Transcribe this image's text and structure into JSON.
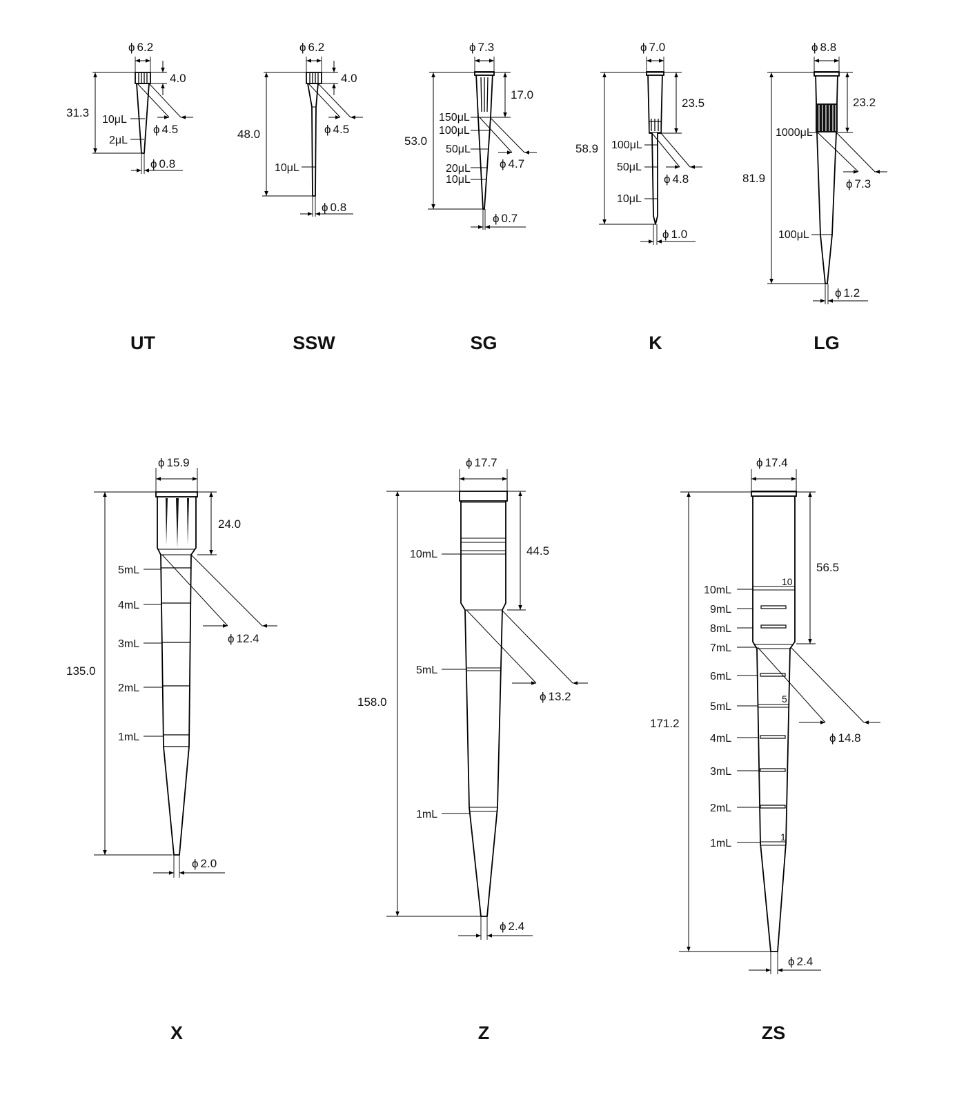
{
  "phi": "ϕ",
  "tips": [
    {
      "name": "UT",
      "top_diameter": "6.2",
      "flange_height": "4.0",
      "total_length": "31.3",
      "mid_diameter": "4.5",
      "tip_diameter": "0.8",
      "graduations": [
        "10μL",
        "2μL"
      ]
    },
    {
      "name": "SSW",
      "top_diameter": "6.2",
      "flange_height": "4.0",
      "total_length": "48.0",
      "mid_diameter": "4.5",
      "tip_diameter": "0.8",
      "graduations": [
        "10μL"
      ]
    },
    {
      "name": "SG",
      "top_diameter": "7.3",
      "collar_length": "17.0",
      "total_length": "53.0",
      "mid_diameter": "4.7",
      "tip_diameter": "0.7",
      "graduations": [
        "150μL",
        "100μL",
        "50μL",
        "20μL",
        "10μL"
      ]
    },
    {
      "name": "K",
      "top_diameter": "7.0",
      "collar_length": "23.5",
      "total_length": "58.9",
      "mid_diameter": "4.8",
      "tip_diameter": "1.0",
      "graduations": [
        "100μL",
        "50μL",
        "10μL"
      ]
    },
    {
      "name": "LG",
      "top_diameter": "8.8",
      "collar_length": "23.2",
      "total_length": "81.9",
      "mid_diameter": "7.3",
      "tip_diameter": "1.2",
      "graduations": [
        "1000μL",
        "100μL"
      ]
    },
    {
      "name": "X",
      "top_diameter": "15.9",
      "collar_length": "24.0",
      "total_length": "135.0",
      "mid_diameter": "12.4",
      "tip_diameter": "2.0",
      "graduations": [
        "5mL",
        "4mL",
        "3mL",
        "2mL",
        "1mL"
      ]
    },
    {
      "name": "Z",
      "top_diameter": "17.7",
      "collar_length": "44.5",
      "total_length": "158.0",
      "mid_diameter": "13.2",
      "tip_diameter": "2.4",
      "graduations": [
        "10mL",
        "5mL",
        "1mL"
      ]
    },
    {
      "name": "ZS",
      "top_diameter": "17.4",
      "collar_length": "56.5",
      "total_length": "171.2",
      "mid_diameter": "14.8",
      "tip_diameter": "2.4",
      "graduations": [
        "10mL",
        "9mL",
        "8mL",
        "7mL",
        "6mL",
        "5mL",
        "4mL",
        "3mL",
        "2mL",
        "1mL"
      ],
      "embossed_numbers": [
        "10",
        "5",
        "1"
      ]
    }
  ]
}
